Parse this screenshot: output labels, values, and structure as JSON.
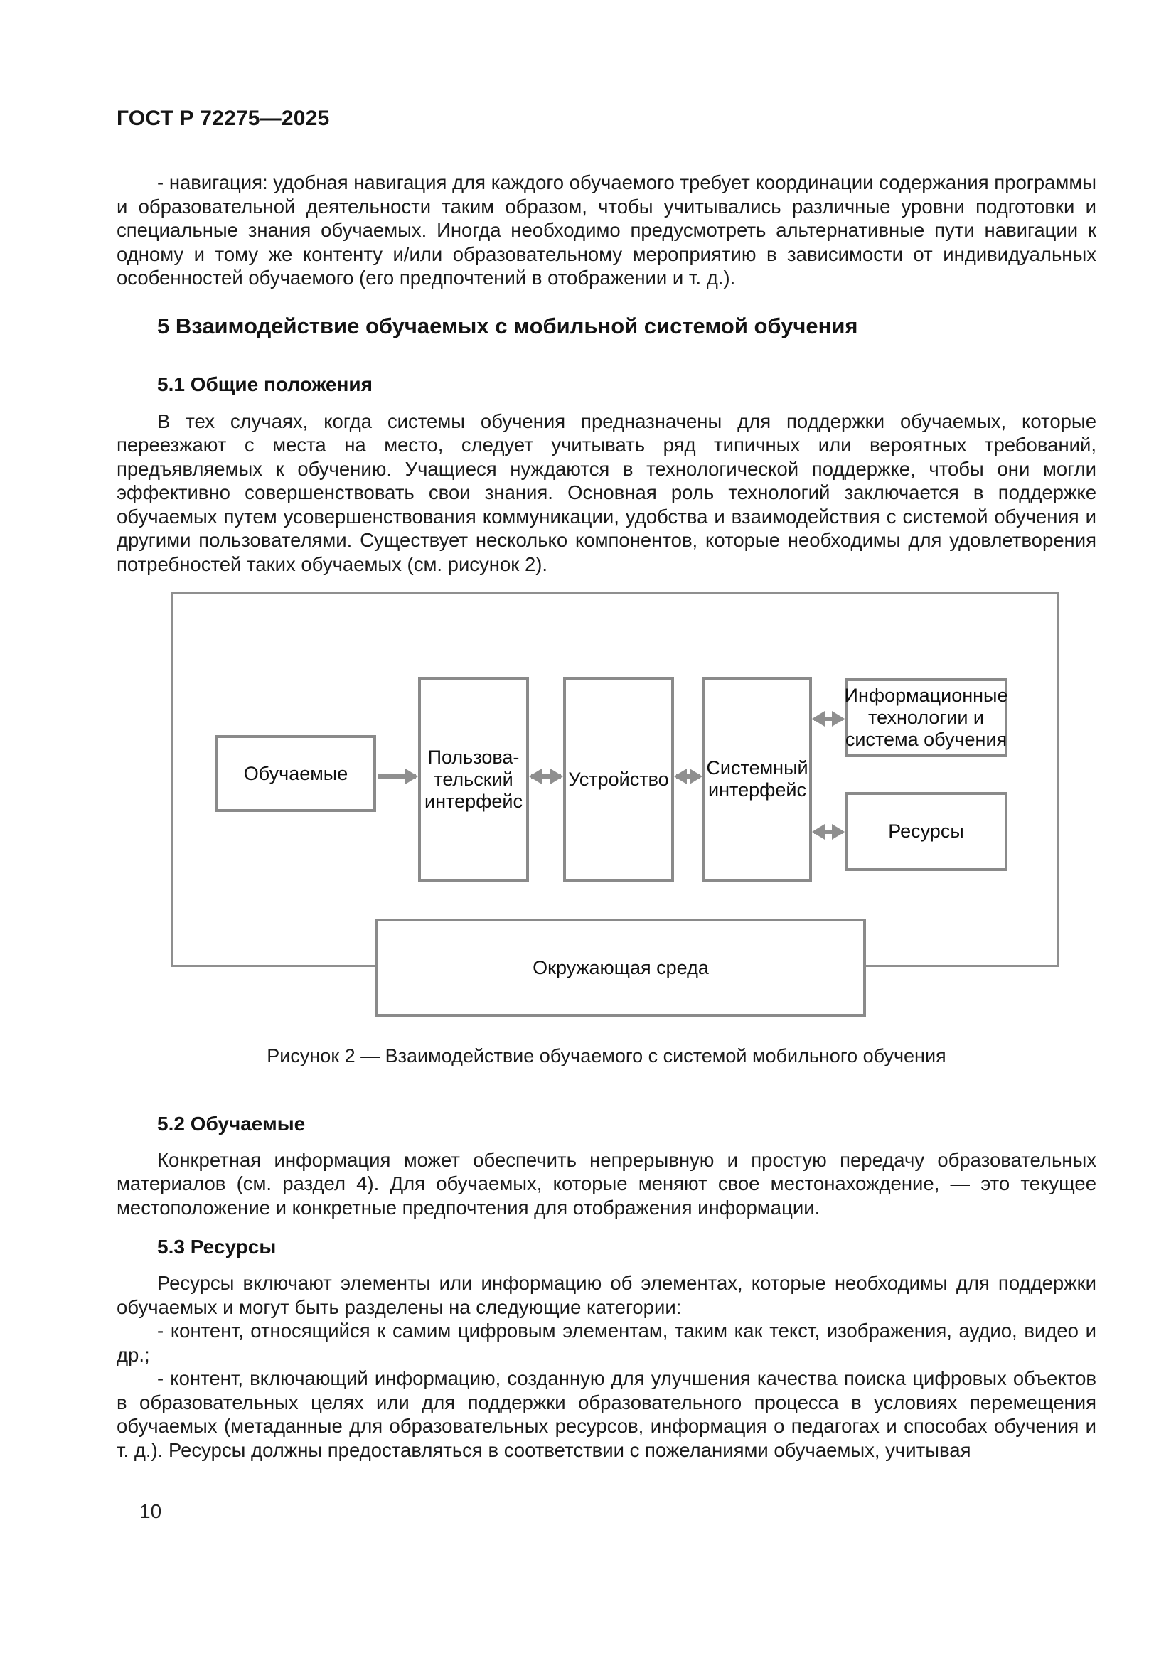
{
  "doc": {
    "header": "ГОСТ Р 72275—2025",
    "page_number": "10"
  },
  "intro": {
    "nav_item": "- навигация: удобная навигация для каждого обучаемого требует координации содержания программы и образовательной деятельности таким образом, чтобы учитывались различные уровни подготовки и специальные знания обучаемых. Иногда необходимо предусмотреть альтернативные пути навигации к одному и тому же контенту и/или образовательному мероприятию в зависимости от индивидуальных особенностей обучаемого (его предпочтений в отображении и т. д.)."
  },
  "section5": {
    "title": "5 Взаимодействие обучаемых с мобильной системой обучения",
    "s51_title": "5.1 Общие положения",
    "s51_body": "В тех случаях, когда системы обучения предназначены для поддержки обучаемых, которые переезжают с места на место, следует учитывать ряд типичных или вероятных требований, предъявляемых к обучению. Учащиеся нуждаются в технологической поддержке, чтобы они могли эффективно совершенствовать свои знания. Основная роль технологий заключается в поддержке обучаемых путем усовершенствования коммуникации, удобства и взаимодействия с системой обучения и другими пользователями. Существует несколько компонентов, которые необходимы для удовлетворения потребностей таких обучаемых (см. рисунок 2).",
    "s52_title": "5.2 Обучаемые",
    "s52_body": "Конкретная информация может обеспечить непрерывную и простую передачу образовательных материалов (см. раздел 4). Для обучаемых, которые меняют свое местонахождение, — это текущее местоположение и конкретные предпочтения для отображения информации.",
    "s53_title": "5.3 Ресурсы",
    "s53_intro": "Ресурсы включают элементы или информацию об элементах, которые необходимы для поддержки обучаемых и могут быть разделены на следующие категории:",
    "s53_item1": "- контент, относящийся к самим цифровым элементам, таким как текст, изображения, аудио, видео и др.;",
    "s53_item2": "- контент, включающий информацию, созданную для улучшения качества поиска цифровых объектов в образовательных целях или для поддержки образовательного процесса в условиях перемещения обучаемых (метаданные для образовательных ресурсов, информация о педагогах и способах обучения и т. д.). Ресурсы должны предоставляться в соответствии с пожеланиями обучаемых, учитывая"
  },
  "figure": {
    "caption": "Рисунок 2 — Взаимодействие обучаемого с системой мобильного обучения",
    "nodes": {
      "learners": "Обучаемые",
      "user_interface": "Пользова-\nтельский\nинтерфейс",
      "device": "Устройство",
      "system_interface": "Системный\nинтерфейс",
      "it_and_learning_system": "Информационные\nтехнологии и\nсистема обучения",
      "resources": "Ресурсы",
      "environment": "Окружающая среда"
    },
    "border_color": "#8a8a8a",
    "arrow_color": "#8f8f8f"
  }
}
